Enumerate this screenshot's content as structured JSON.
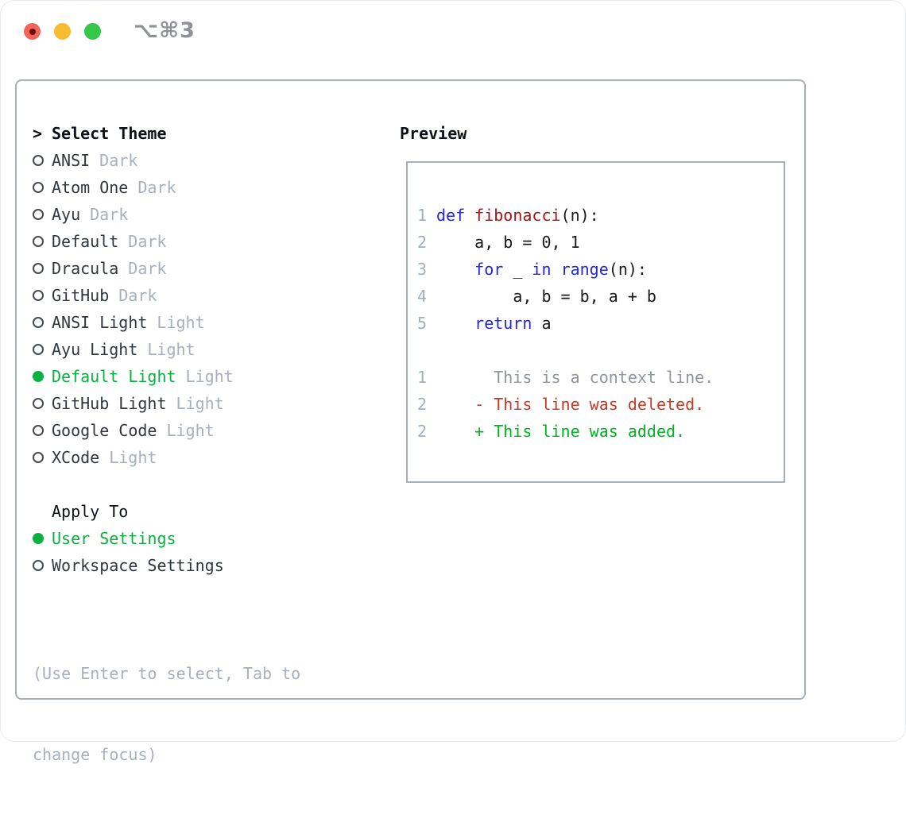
{
  "window": {
    "shortcut": "⌥⌘3"
  },
  "left": {
    "heading_marker": ">",
    "heading": "Select Theme",
    "themes": [
      {
        "name": "ANSI",
        "variant": "Dark",
        "selected": false
      },
      {
        "name": "Atom One",
        "variant": "Dark",
        "selected": false
      },
      {
        "name": "Ayu",
        "variant": "Dark",
        "selected": false
      },
      {
        "name": "Default",
        "variant": "Dark",
        "selected": false
      },
      {
        "name": "Dracula",
        "variant": "Dark",
        "selected": false
      },
      {
        "name": "GitHub",
        "variant": "Dark",
        "selected": false
      },
      {
        "name": "ANSI Light",
        "variant": "Light",
        "selected": false
      },
      {
        "name": "Ayu Light",
        "variant": "Light",
        "selected": false
      },
      {
        "name": "Default Light",
        "variant": "Light",
        "selected": true
      },
      {
        "name": "GitHub Light",
        "variant": "Light",
        "selected": false
      },
      {
        "name": "Google Code",
        "variant": "Light",
        "selected": false
      },
      {
        "name": "XCode",
        "variant": "Light",
        "selected": false
      }
    ],
    "apply_heading": "Apply To",
    "apply_options": [
      {
        "label": "User Settings",
        "selected": true
      },
      {
        "label": "Workspace Settings",
        "selected": false
      }
    ],
    "hint_lines": [
      "(Use Enter to select, Tab to",
      "change focus)"
    ]
  },
  "preview": {
    "heading": "Preview",
    "lines": [
      {
        "num": "",
        "tokens": []
      },
      {
        "num": "1",
        "tokens": [
          {
            "t": "def",
            "c": "kw"
          },
          {
            "t": " ",
            "c": "pl"
          },
          {
            "t": "fibonacci",
            "c": "fn"
          },
          {
            "t": "(n):",
            "c": "pl"
          }
        ]
      },
      {
        "num": "2",
        "tokens": [
          {
            "t": "    a, b = 0, 1",
            "c": "pl"
          }
        ]
      },
      {
        "num": "3",
        "tokens": [
          {
            "t": "    ",
            "c": "pl"
          },
          {
            "t": "for",
            "c": "kw"
          },
          {
            "t": " _ ",
            "c": "pl"
          },
          {
            "t": "in",
            "c": "kw"
          },
          {
            "t": " ",
            "c": "pl"
          },
          {
            "t": "range",
            "c": "kw"
          },
          {
            "t": "(n):",
            "c": "pl"
          }
        ]
      },
      {
        "num": "4",
        "tokens": [
          {
            "t": "        a, b = b, a + b",
            "c": "pl"
          }
        ]
      },
      {
        "num": "5",
        "tokens": [
          {
            "t": "    ",
            "c": "pl"
          },
          {
            "t": "return",
            "c": "kw"
          },
          {
            "t": " a",
            "c": "pl"
          }
        ]
      },
      {
        "num": "",
        "tokens": []
      },
      {
        "num": "1",
        "tokens": [
          {
            "t": "      This is a context line.",
            "c": "ctx"
          }
        ]
      },
      {
        "num": "2",
        "tokens": [
          {
            "t": "    - This line was deleted.",
            "c": "del"
          }
        ]
      },
      {
        "num": "2",
        "tokens": [
          {
            "t": "    + This line was added.",
            "c": "add"
          }
        ]
      },
      {
        "num": "",
        "tokens": []
      }
    ]
  },
  "colors": {
    "border": "#a7afba",
    "text-dark": "#0d1117",
    "text-item": "#31373f",
    "muted": "#a7b0bc",
    "accent-green": "#0bb140",
    "kw-blue": "#2426dd",
    "fn-red": "#a31515",
    "del-red": "#c43a25",
    "add-green": "#00b321",
    "ctx-gray": "#8e95a0",
    "gutter": "#a3adbb",
    "title-gray": "#8e9297",
    "tl-red": "#f4635b",
    "tl-red-dot": "#6b110b",
    "tl-yellow": "#f8bb2f",
    "tl-green": "#34c748"
  }
}
